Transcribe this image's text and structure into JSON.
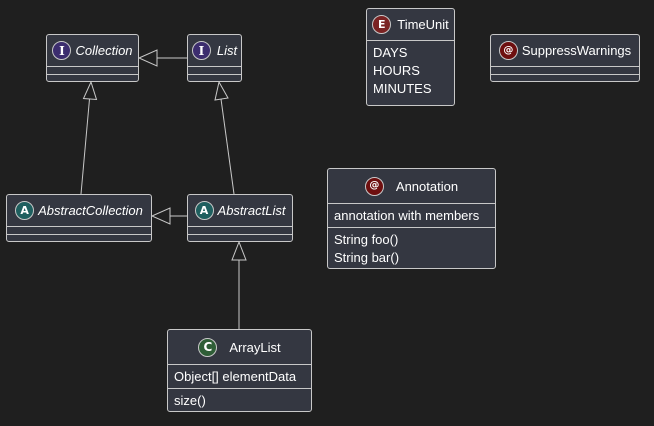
{
  "classes": {
    "collection": {
      "name": "Collection",
      "stereotype": "I"
    },
    "list": {
      "name": "List",
      "stereotype": "I"
    },
    "abstract_collection": {
      "name": "AbstractCollection",
      "stereotype": "A"
    },
    "abstract_list": {
      "name": "AbstractList",
      "stereotype": "A"
    },
    "array_list": {
      "name": "ArrayList",
      "stereotype": "C",
      "fields": [
        "Object[] elementData"
      ],
      "methods": [
        "size()"
      ]
    },
    "time_unit": {
      "name": "TimeUnit",
      "stereotype": "E",
      "values": [
        "DAYS",
        "HOURS",
        "MINUTES"
      ]
    },
    "suppress_warnings": {
      "name": "SuppressWarnings",
      "stereotype": "@"
    },
    "annotation": {
      "name": "Annotation",
      "stereotype": "@",
      "fields": [
        "annotation with members"
      ],
      "methods": [
        "String foo()",
        "String bar()"
      ]
    }
  },
  "colors": {
    "background": "#1f1f1f",
    "box": "#343741",
    "border": "#c8c8c8",
    "text": "#ffffff"
  }
}
